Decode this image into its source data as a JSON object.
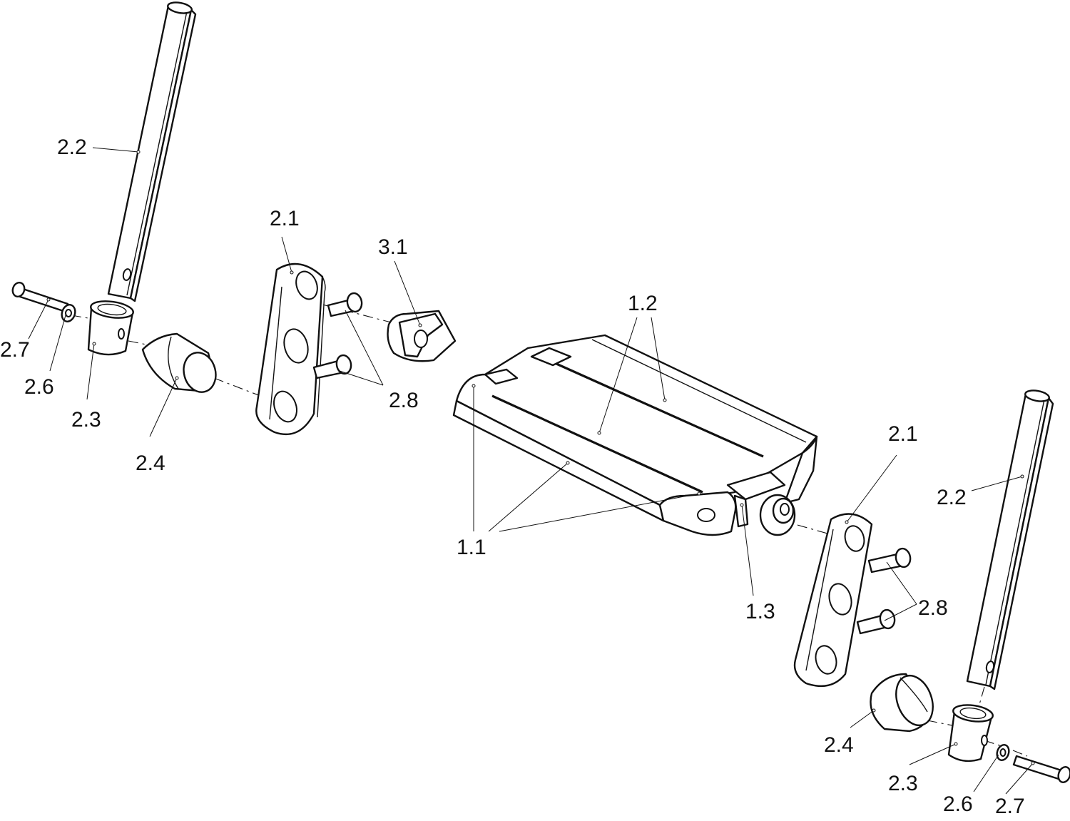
{
  "callouts": [
    {
      "id": "c1",
      "text": "2.2"
    },
    {
      "id": "c2",
      "text": "2.1"
    },
    {
      "id": "c3",
      "text": "3.1"
    },
    {
      "id": "c4",
      "text": "1.2"
    },
    {
      "id": "c5",
      "text": "2.7"
    },
    {
      "id": "c6",
      "text": "2.6"
    },
    {
      "id": "c7",
      "text": "2.3"
    },
    {
      "id": "c8",
      "text": "2.4"
    },
    {
      "id": "c9",
      "text": "2.8"
    },
    {
      "id": "c10",
      "text": "1.1"
    },
    {
      "id": "c11",
      "text": "2.1"
    },
    {
      "id": "c12",
      "text": "2.2"
    },
    {
      "id": "c13",
      "text": "1.3"
    },
    {
      "id": "c14",
      "text": "2.8"
    },
    {
      "id": "c15",
      "text": "2.4"
    },
    {
      "id": "c16",
      "text": "2.3"
    },
    {
      "id": "c17",
      "text": "2.6"
    },
    {
      "id": "c18",
      "text": "2.7"
    }
  ]
}
